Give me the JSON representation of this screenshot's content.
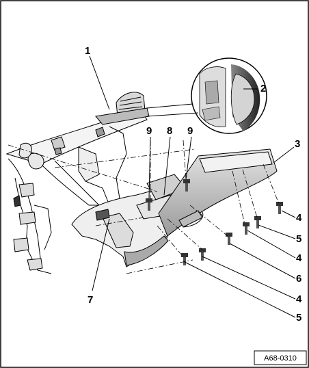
{
  "figure": {
    "reference_code": "A68-0310",
    "callouts": {
      "c1": "1",
      "c2": "2",
      "c3": "3",
      "c4a": "4",
      "c5a": "5",
      "c4b": "4",
      "c6": "6",
      "c4c": "4",
      "c5b": "5",
      "c7": "7",
      "c8": "8",
      "c9a": "9",
      "c9b": "9"
    }
  }
}
